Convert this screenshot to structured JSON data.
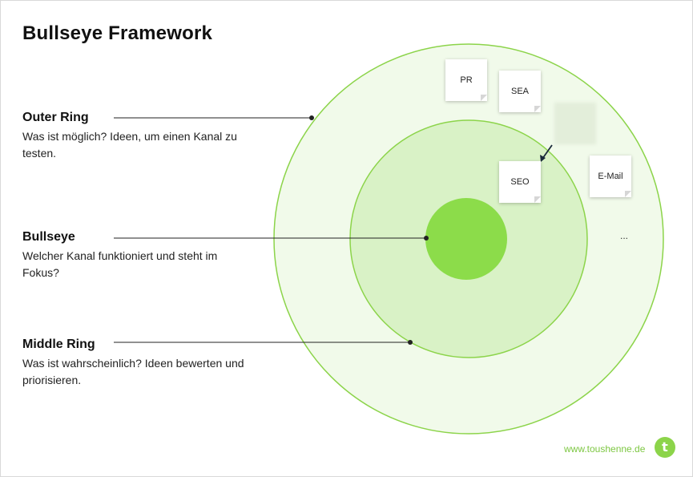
{
  "title": "Bullseye Framework",
  "outer_ring": {
    "title": "Outer Ring",
    "description": "Was ist möglich? Ideen, um einen Kanal zu testen."
  },
  "bullseye": {
    "title": "Bullseye",
    "description": "Welcher Kanal funktioniert und steht im Fokus?"
  },
  "middle_ring": {
    "title": "Middle Ring",
    "description": "Was ist wahrscheinlich? Ideen bewerten und priorisieren."
  },
  "notes": {
    "pr": "PR",
    "sea": "SEA",
    "seo": "SEO",
    "email": "E-Mail",
    "more": "..."
  },
  "footer": {
    "url": "www.toushenne.de",
    "logo_letter": "t"
  },
  "colors": {
    "ring_stroke": "#8cd44a",
    "outer_fill": "#f1faea",
    "middle_fill": "#d9f2c6",
    "bullseye_fill": "#8cdc4a",
    "leader_line": "#222222"
  }
}
